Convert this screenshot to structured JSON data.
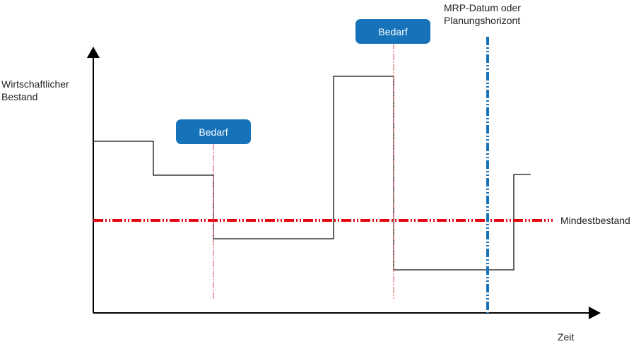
{
  "y_axis_label_line1": "Wirtschaftlicher",
  "y_axis_label_line2": "Bestand",
  "x_axis_label": "Zeit",
  "safety_stock_label": "Mindestbestand",
  "horizon_label_line1": "MRP-Datum oder",
  "horizon_label_line2": "Planungshorizont",
  "demand_badges": [
    {
      "label": "Bedarf"
    },
    {
      "label": "Bedarf"
    }
  ],
  "colors": {
    "stock_line": "#111111",
    "safety_stock_line": "#e30613",
    "demand_line": "#e0485a",
    "horizon_line": "#1673b9",
    "badge_fill": "#1673b9",
    "axis": "#000000"
  }
}
